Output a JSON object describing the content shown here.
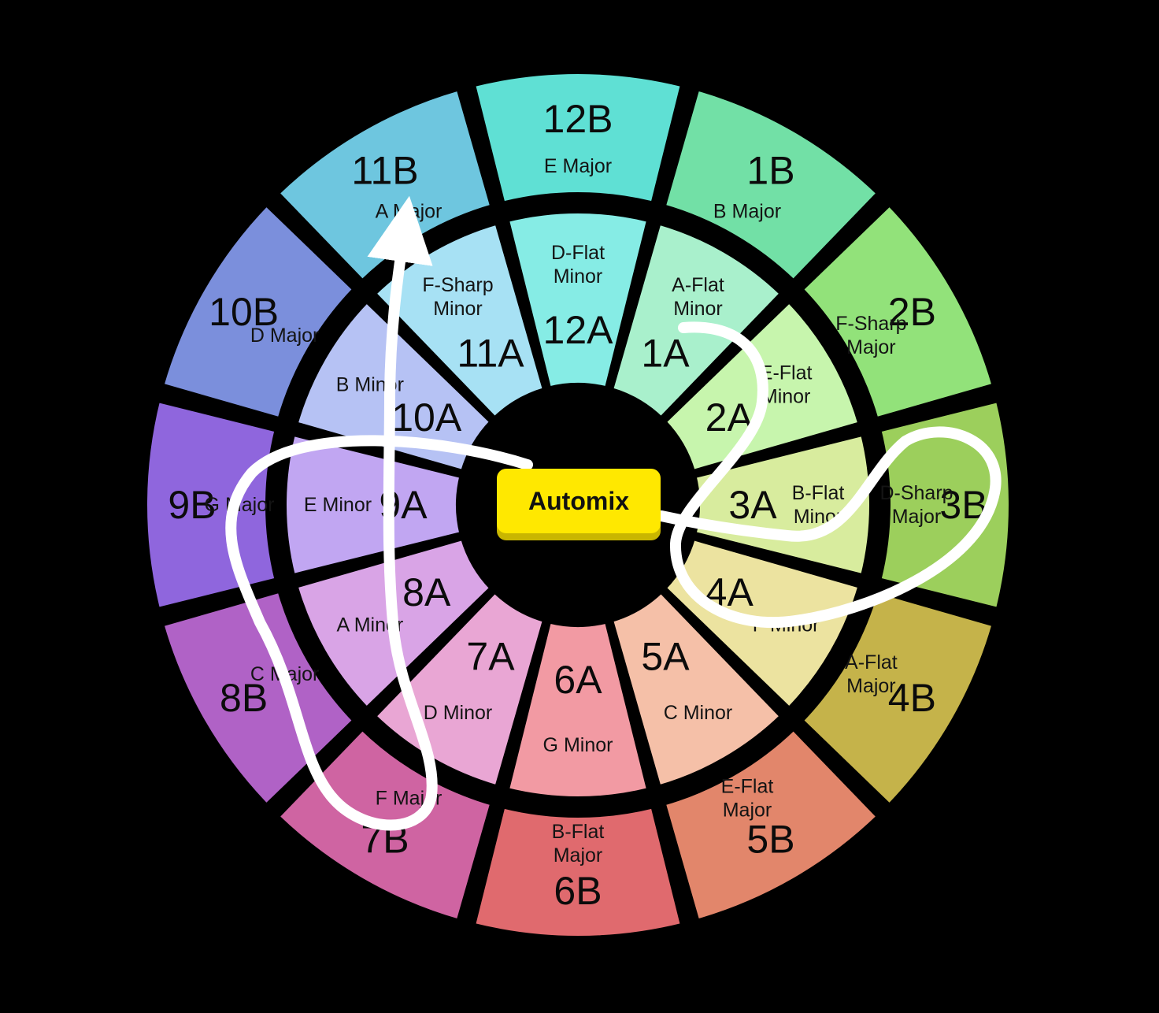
{
  "automix": {
    "label": "Automix",
    "color": "#ffe800"
  },
  "outer_ring": [
    {
      "code": "12B",
      "name": "E Major",
      "color": "#5fe0d4"
    },
    {
      "code": "1B",
      "name": "B Major",
      "color": "#72e0a6"
    },
    {
      "code": "2B",
      "name": "F-Sharp Major",
      "color": "#92e27a"
    },
    {
      "code": "3B",
      "name": "D-Sharp Major",
      "color": "#9ccf5c"
    },
    {
      "code": "4B",
      "name": "A-Flat Major",
      "color": "#c5b34a"
    },
    {
      "code": "5B",
      "name": "E-Flat Major",
      "color": "#e2866b"
    },
    {
      "code": "6B",
      "name": "B-Flat Major",
      "color": "#e06a6e"
    },
    {
      "code": "7B",
      "name": "F Major",
      "color": "#cf64a2"
    },
    {
      "code": "8B",
      "name": "C Major",
      "color": "#b062c6"
    },
    {
      "code": "9B",
      "name": "G Major",
      "color": "#8f66dd"
    },
    {
      "code": "10B",
      "name": "D Major",
      "color": "#7b8fdc"
    },
    {
      "code": "11B",
      "name": "A Major",
      "color": "#6ec6df"
    }
  ],
  "inner_ring": [
    {
      "code": "12A",
      "name": "D-Flat Minor",
      "color": "#86ece5"
    },
    {
      "code": "1A",
      "name": "A-Flat Minor",
      "color": "#a9f0cc"
    },
    {
      "code": "2A",
      "name": "E-Flat Minor",
      "color": "#c7f5ad"
    },
    {
      "code": "3A",
      "name": "B-Flat Minor",
      "color": "#d8ec9e"
    },
    {
      "code": "4A",
      "name": "F Minor",
      "color": "#ece3a0"
    },
    {
      "code": "5A",
      "name": "C Minor",
      "color": "#f5c0a8"
    },
    {
      "code": "6A",
      "name": "G Minor",
      "color": "#f29aa3"
    },
    {
      "code": "7A",
      "name": "D Minor",
      "color": "#e9a6d4"
    },
    {
      "code": "8A",
      "name": "A Minor",
      "color": "#d9a4e6"
    },
    {
      "code": "9A",
      "name": "E Minor",
      "color": "#c1a6f2"
    },
    {
      "code": "10A",
      "name": "B Minor",
      "color": "#b6c2f4"
    },
    {
      "code": "11A",
      "name": "F-Sharp Minor",
      "color": "#a7e1f4"
    }
  ]
}
